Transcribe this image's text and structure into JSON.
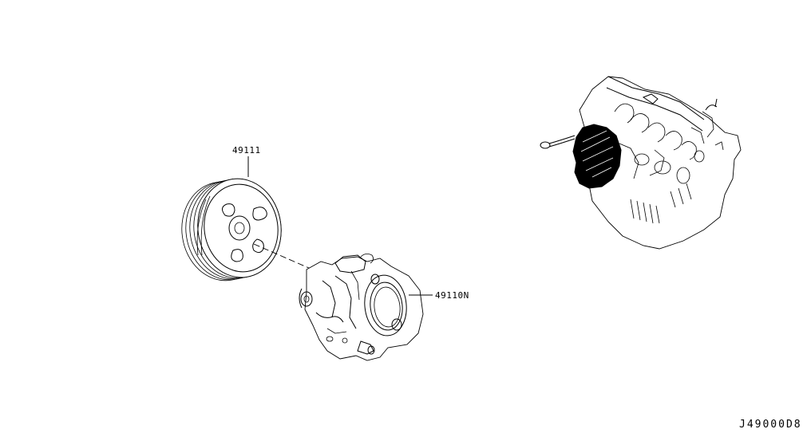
{
  "parts": {
    "pulley": {
      "number": "49111"
    },
    "pump": {
      "number": "49110N"
    }
  },
  "diagram_code": "J49000D8",
  "colors": {
    "ink": "#000000",
    "background": "#ffffff"
  },
  "icons": [
    "pulley-icon",
    "power-steering-pump-icon",
    "engine-assembly-icon"
  ]
}
